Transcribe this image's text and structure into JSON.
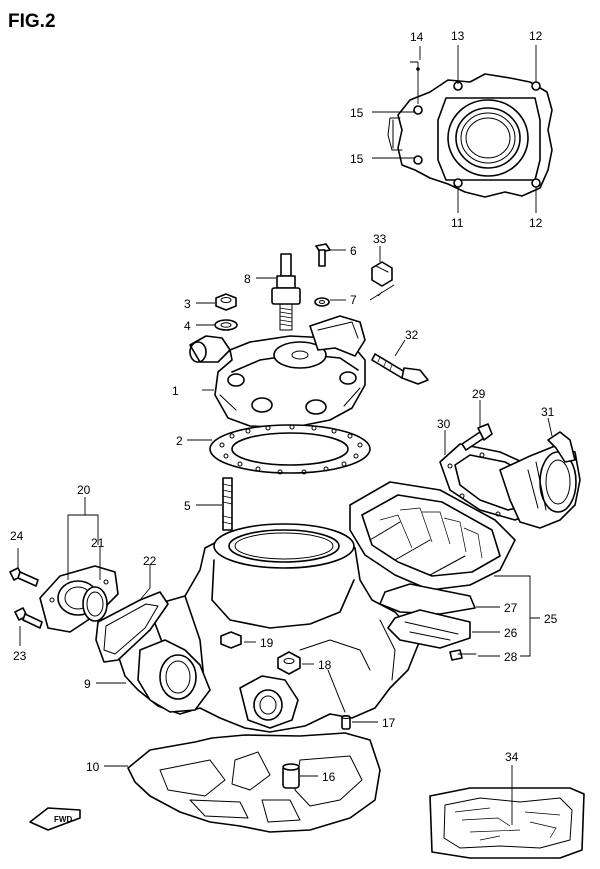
{
  "figure": {
    "title": "FIG.2",
    "fwd_label": "FWD"
  },
  "callouts": {
    "c1": "1",
    "c2": "2",
    "c3": "3",
    "c4": "4",
    "c5": "5",
    "c6": "6",
    "c7": "7",
    "c8": "8",
    "c9": "9",
    "c10": "10",
    "c11": "11",
    "c12a": "12",
    "c12b": "12",
    "c13": "13",
    "c14": "14",
    "c15a": "15",
    "c15b": "15",
    "c16": "16",
    "c17": "17",
    "c18": "18",
    "c19": "19",
    "c20": "20",
    "c21": "21",
    "c22": "22",
    "c23": "23",
    "c24": "24",
    "c25": "25",
    "c26": "26",
    "c27": "27",
    "c28": "28",
    "c29": "29",
    "c30": "30",
    "c31": "31",
    "c32": "32",
    "c33": "33",
    "c34": "34"
  }
}
